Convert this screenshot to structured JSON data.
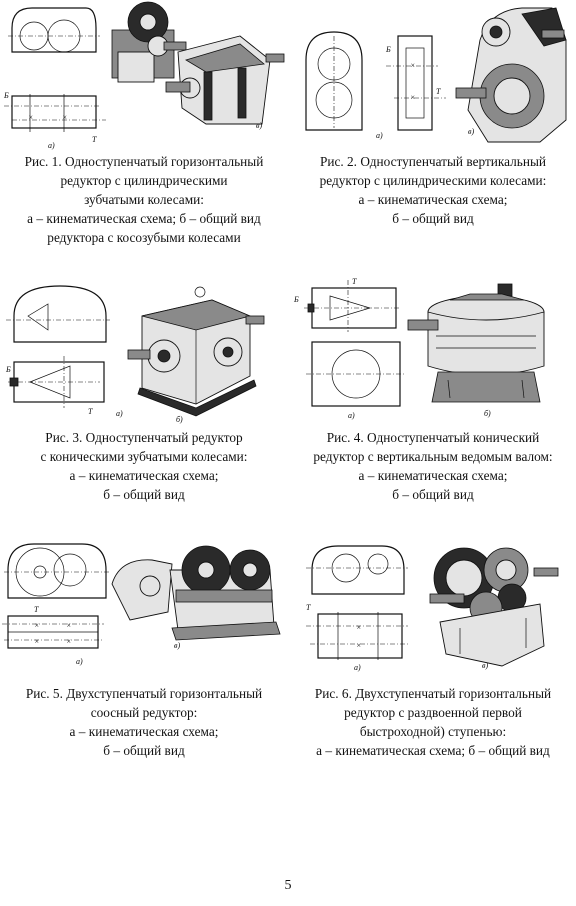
{
  "figures": [
    {
      "id": "fig1",
      "labels": {
        "a": "а)",
        "b": "в)"
      },
      "caption": [
        "Рис. 1. Одноступенчатый горизонтальный",
        "редуктор с цилиндрическими",
        "зубчатыми колесами:",
        "а – кинематическая схема; б – общий вид",
        "редуктора с косозубыми колесами"
      ]
    },
    {
      "id": "fig2",
      "labels": {
        "a": "а)",
        "b": "в)"
      },
      "caption": [
        "Рис. 2. Одноступенчатый вертикальный",
        "редуктор с цилиндрическими колесами:",
        "а – кинематическая схема;",
        "б – общий вид"
      ]
    },
    {
      "id": "fig3",
      "labels": {
        "a": "а)",
        "b": "б)"
      },
      "caption": [
        "Рис. 3. Одноступенчатый редуктор",
        "с коническими зубчатыми колесами:",
        "а – кинематическая схема;",
        "б – общий вид"
      ]
    },
    {
      "id": "fig4",
      "labels": {
        "a": "а)",
        "b": "б)"
      },
      "caption": [
        "Рис. 4. Одноступенчатый конический",
        "редуктор с вертикальным ведомым валом:",
        "а – кинематическая схема;",
        "б – общий вид"
      ]
    },
    {
      "id": "fig5",
      "labels": {
        "a": "а)",
        "b": "в)"
      },
      "caption": [
        "Рис. 5. Двухступенчатый горизонтальный",
        "соосный редуктор:",
        "а – кинематическая схема;",
        "б – общий вид"
      ]
    },
    {
      "id": "fig6",
      "labels": {
        "a": "а)",
        "b": "в)"
      },
      "caption": [
        "Рис. 6. Двухступенчатый горизонтальный",
        "редуктор с раздвоенной первой",
        "быстроходной) ступенью:",
        "а – кинематическая схема; б – общий вид"
      ]
    }
  ],
  "schema_marks": {
    "B": "Б",
    "T": "Т",
    "cross": "×"
  },
  "page_number": "5"
}
